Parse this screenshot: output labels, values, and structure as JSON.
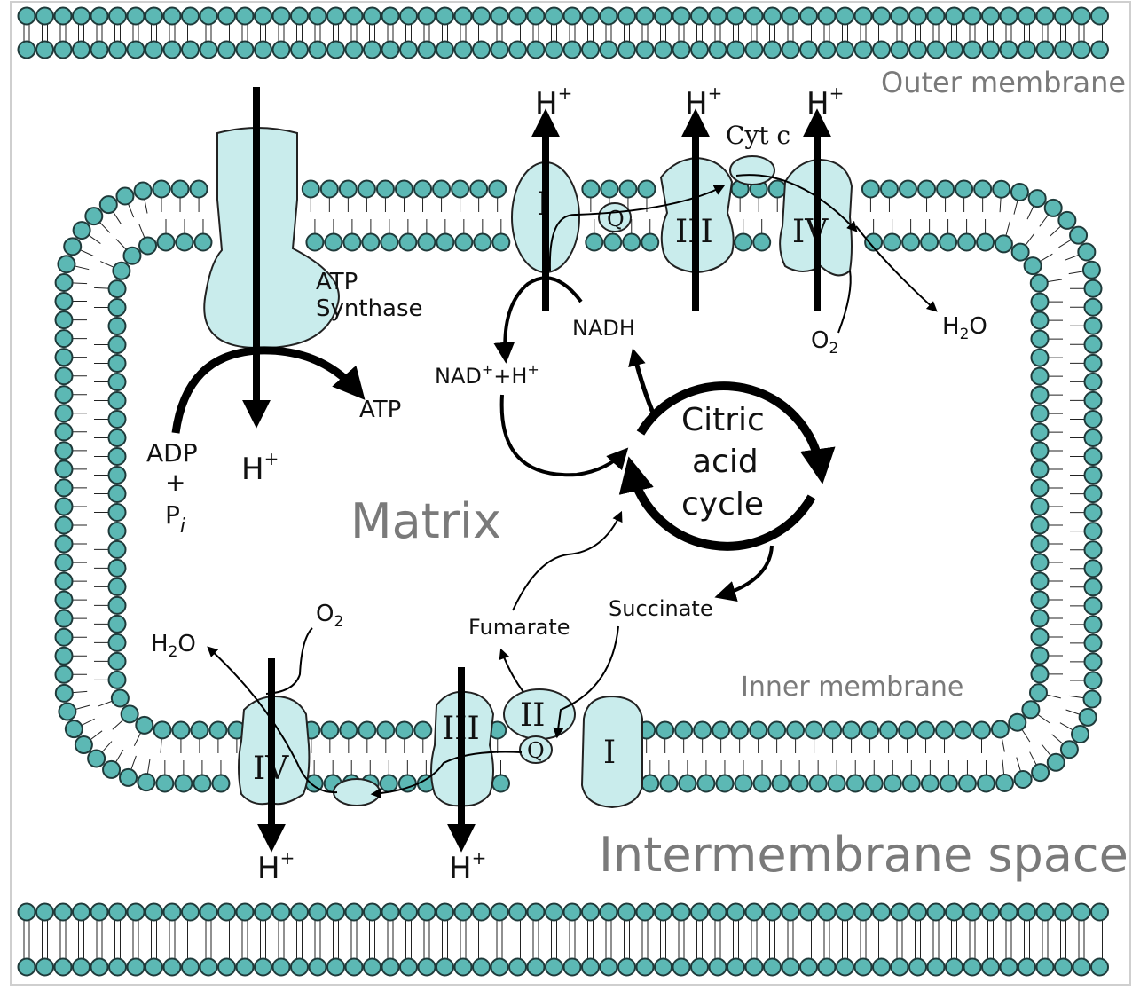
{
  "colors": {
    "membrane_head": "#5cb8b4",
    "head_stroke": "#1f3a3a",
    "protein_fill": "#c9ecec",
    "label_gray": "#7a7a7a",
    "frame": "#cfcfcf"
  },
  "labels": {
    "outer_membrane": "Outer membrane",
    "inner_membrane": "Inner membrane",
    "matrix": "Matrix",
    "intermembrane_space": "Intermembrane space",
    "atp_synthase_line1": "ATP",
    "atp_synthase_line2": "Synthase",
    "atp": "ATP",
    "adp": "ADP",
    "plus": "+",
    "p": "P",
    "p_sub": "i",
    "h": "H",
    "plus_sup": "+",
    "nadh": "NADH",
    "nad_main": "NAD",
    "nad_rest": "+H",
    "cycle_line1": "Citric",
    "cycle_line2": "acid",
    "cycle_line3": "cycle",
    "fumarate": "Fumarate",
    "succinate": "Succinate",
    "h2o_h": "H",
    "h2o_sub": "2",
    "h2o_o": "O",
    "o2_o": "O",
    "o2_sub": "2",
    "cyt_c": "Cyt c"
  },
  "complexes": {
    "I": "I",
    "II": "II",
    "III": "III",
    "IV": "IV",
    "Q": "Q"
  }
}
